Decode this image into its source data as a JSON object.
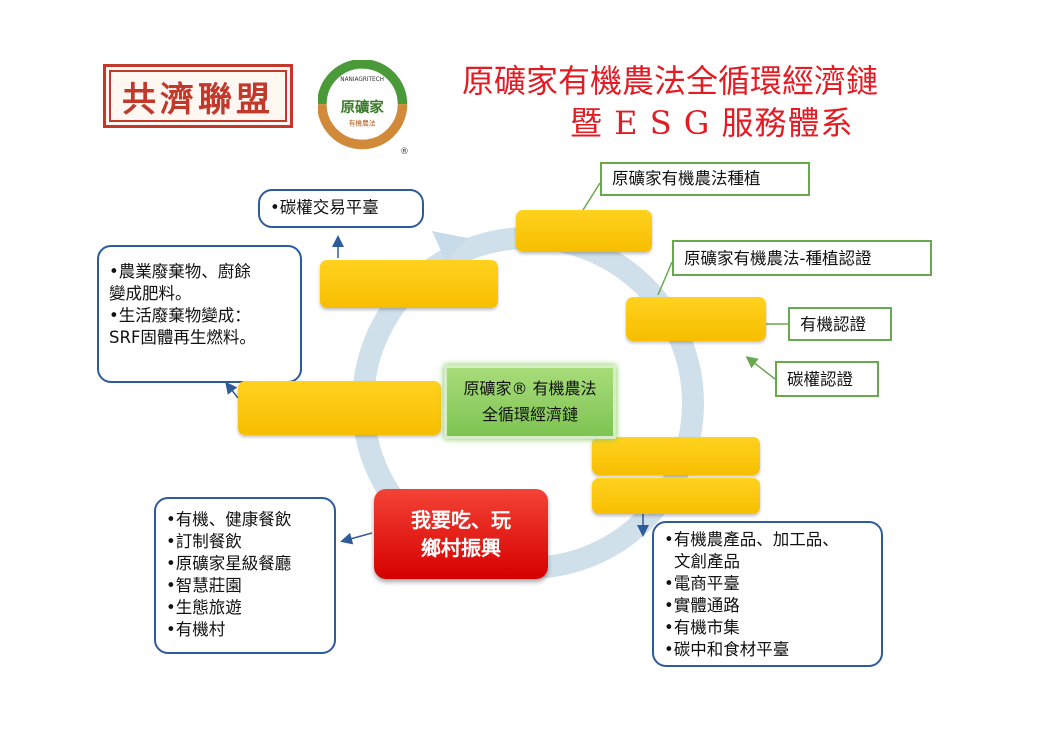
{
  "title": {
    "line1": "原礦家有機農法全循環經濟鏈",
    "line2": "暨 E S G 服務體系"
  },
  "logos": {
    "left_text": "共濟聯盟",
    "right_top": "NANIAGRITECH",
    "right_main": "原礦家",
    "right_sub": "有機農法",
    "registered": "®"
  },
  "center": {
    "line1": "原礦家® 有機農法",
    "line2": "全循環經濟鏈"
  },
  "slogan": {
    "line1": "我要吃、玩",
    "line2": "鄉村振興"
  },
  "labels": {
    "planting": "原礦家有機農法種植",
    "cert_planting": "原礦家有機農法-種植認證",
    "organic_cert": "有機認證",
    "carbon_cert": "碳權認證",
    "carbon_trade": "•碳權交易平臺"
  },
  "waste_box": [
    "•農業廢棄物、廚餘",
    "變成肥料。",
    "•生活廢棄物變成：",
    "SRF固體再生燃料。"
  ],
  "dining_box": [
    "•有機、健康餐飲",
    "•訂制餐飲",
    "•原礦家星級餐廳",
    "•智慧莊園",
    "•生態旅遊",
    "•有機村"
  ],
  "products_box": [
    "•有機農產品、加工品、",
    "文創產品",
    "•電商平臺",
    "•實體通路",
    "•有機市集",
    "•碳中和食材平臺"
  ],
  "colors": {
    "title": "#e31b23",
    "blue_border": "#2e5c9a",
    "green_border": "#6aa84f",
    "yellow": "#ffd21f",
    "red": "#e01010"
  }
}
